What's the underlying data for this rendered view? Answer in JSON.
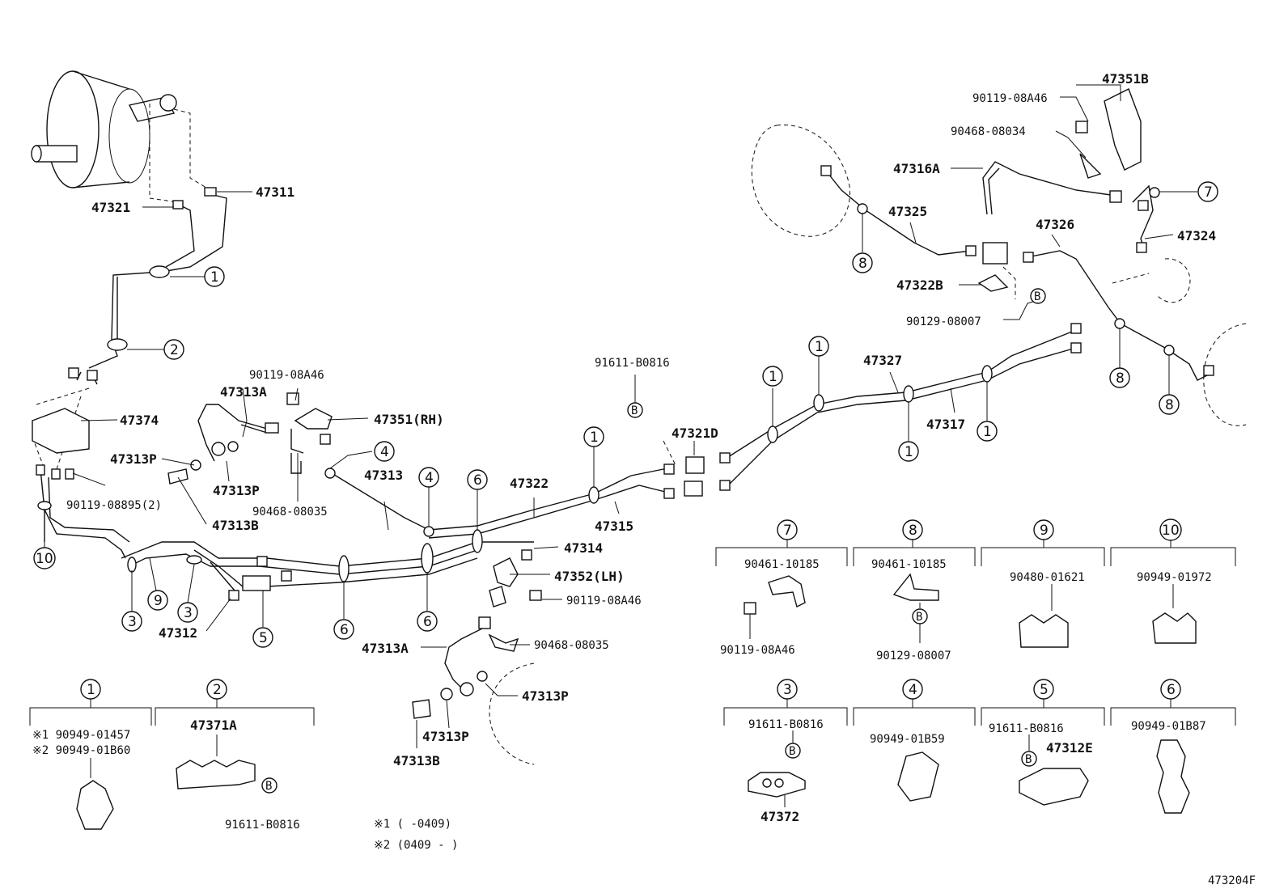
{
  "diagram_id": "473204F",
  "labels": {
    "l47311": "47311",
    "l47321": "47321",
    "l47374": "47374",
    "l47313P_a": "47313P",
    "l90119_08895": "90119-08895(2)",
    "l90119_08A46_a": "90119-08A46",
    "l47313A_a": "47313A",
    "l47351RH": "47351(RH)",
    "l47313P_b": "47313P",
    "l47313B_a": "47313B",
    "l90468_08035_a": "90468-08035",
    "l47313": "47313",
    "l47322": "47322",
    "l47315": "47315",
    "l47314": "47314",
    "l47352LH": "47352(LH)",
    "l90119_08A46_b": "90119-08A46",
    "l90468_08035_b": "90468-08035",
    "l47313A_b": "47313A",
    "l47313P_c": "47313P",
    "l47313P_d": "47313P",
    "l47313B_b": "47313B",
    "l47312": "47312",
    "l91611_B0816_a": "91611-B0816",
    "l47321D": "47321D",
    "l47327": "47327",
    "l47317": "47317",
    "l47351B": "47351B",
    "l90119_08A46_c": "90119-08A46",
    "l90468_08034": "90468-08034",
    "l47316A": "47316A",
    "l47325": "47325",
    "l47326": "47326",
    "l47324": "47324",
    "l47322B": "47322B",
    "l90129_08007_a": "90129-08007",
    "b_marker": "B"
  },
  "callouts": {
    "c1": "1",
    "c2": "2",
    "c3": "3",
    "c4": "4",
    "c5": "5",
    "c6": "6",
    "c7": "7",
    "c8": "8",
    "c9": "9",
    "c10": "10"
  },
  "legend": {
    "g7_part": "90461-10185",
    "g7_bolt": "90119-08A46",
    "g8_part": "90461-10185",
    "g8_bolt": "90129-08007",
    "g9_part": "90480-01621",
    "g10_part": "90949-01972",
    "g3_part": "91611-B0816",
    "g3_clamp": "47372",
    "g4_part": "90949-01B59",
    "g5_part": "91611-B0816",
    "g5_clamp": "47312E",
    "g6_part": "90949-01B87",
    "g1_line1": "※1 90949-01457",
    "g1_line2": "※2 90949-01B60",
    "g2_part": "47371A",
    "g2_bolt": "91611-B0816"
  },
  "notes": {
    "n1": "※1 (      -0409)",
    "n2": "※2 (0409 -      )"
  }
}
